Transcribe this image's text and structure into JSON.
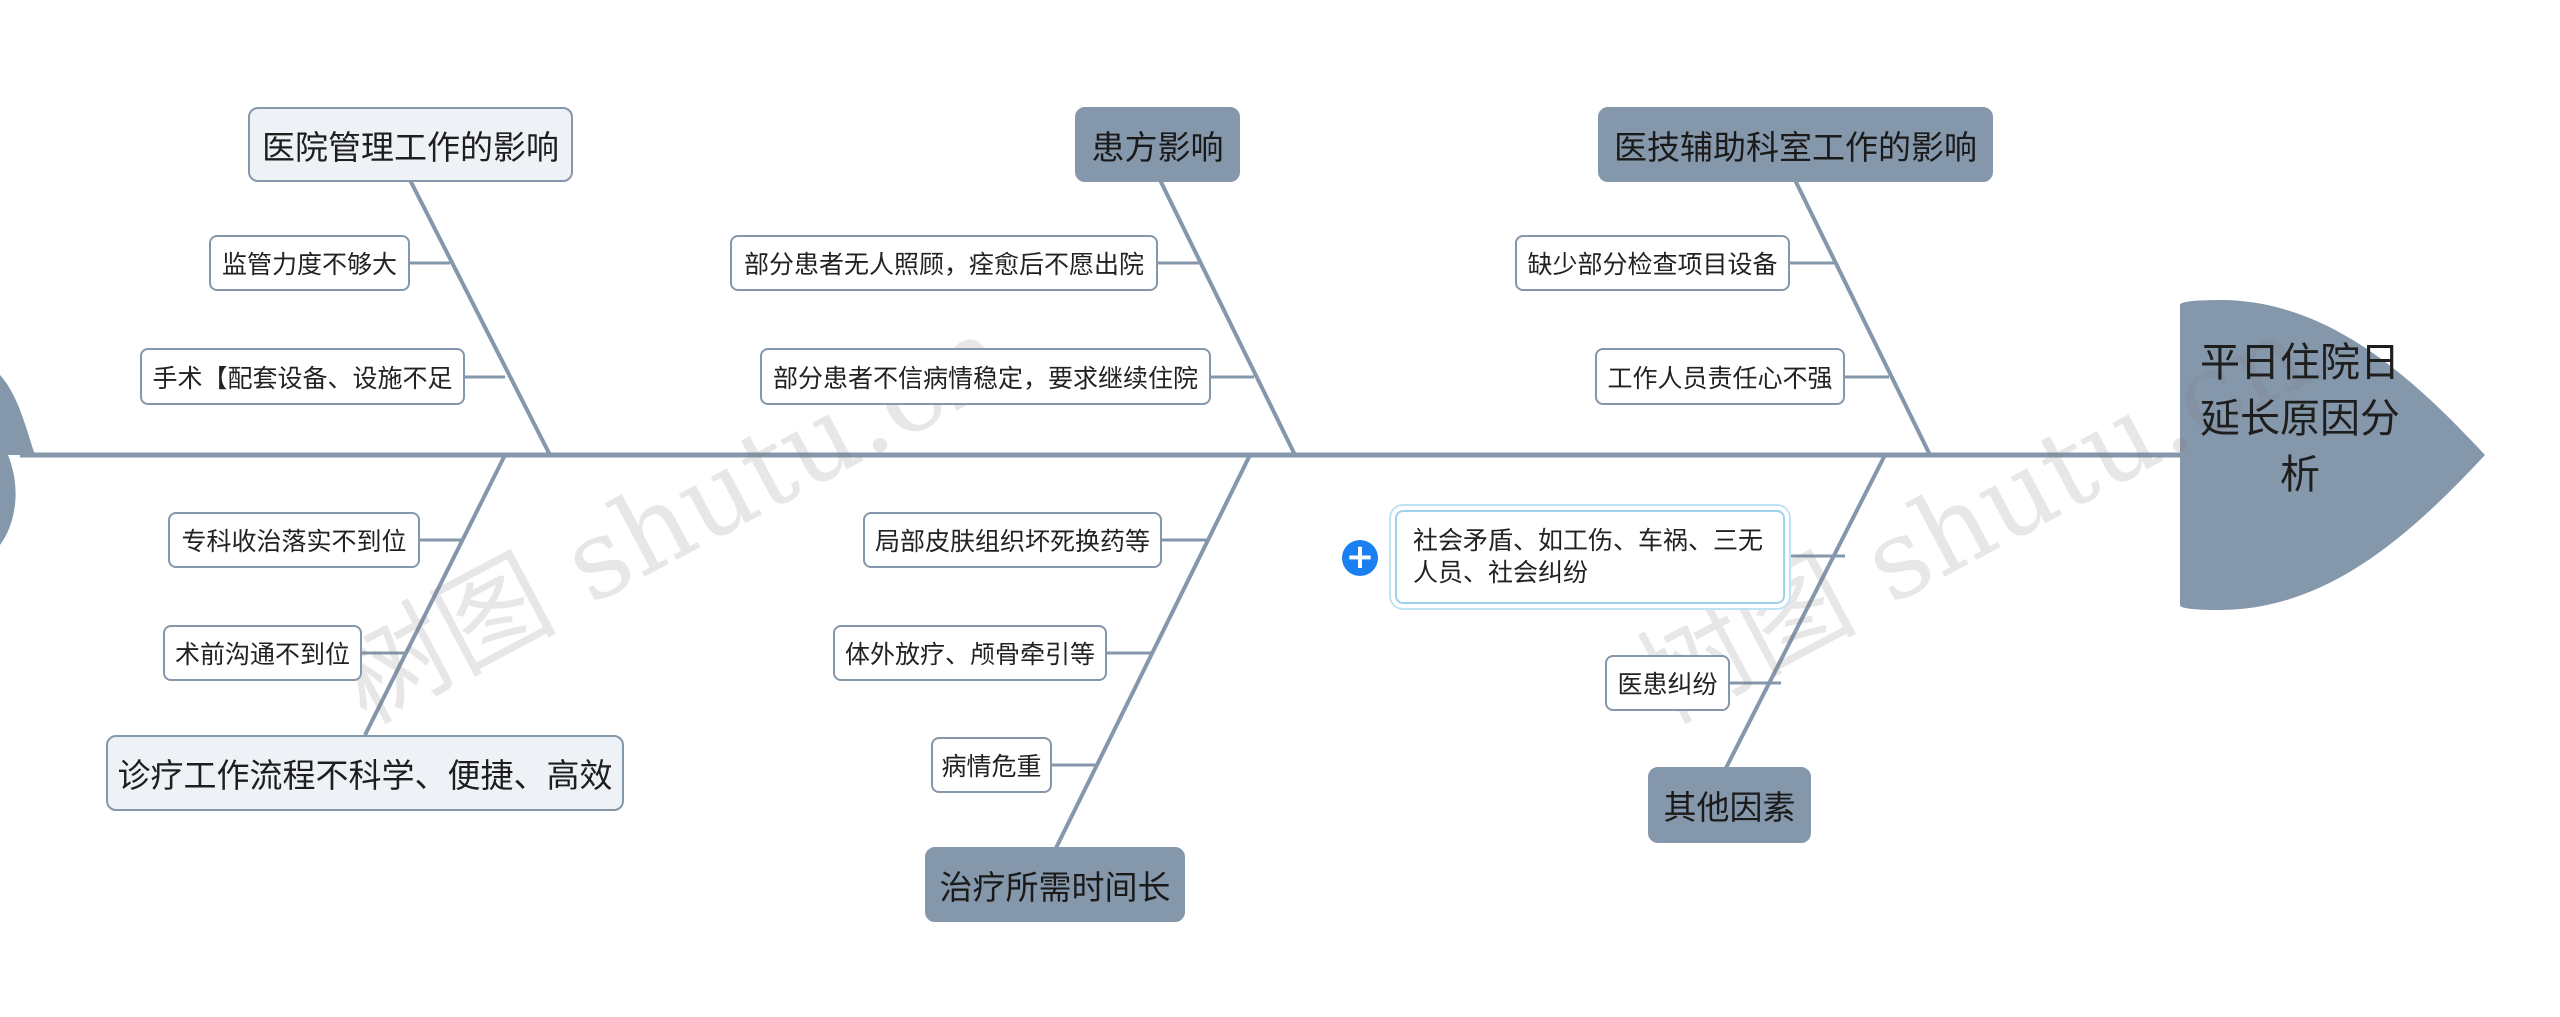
{
  "diagram": {
    "head": "平日住院日延长原因分析",
    "categories": {
      "hospital_mgmt": "医院管理工作的影响",
      "patient": "患方影响",
      "medtech": "医技辅助科室工作的影响",
      "process": "诊疗工作流程不科学、便捷、高效",
      "treatment_time": "治疗所需时间长",
      "other": "其他因素"
    },
    "causes": {
      "hospital_mgmt": [
        "监管力度不够大",
        "手术【配套设备、设施不足"
      ],
      "patient": [
        "部分患者无人照顾，痊愈后不愿出院",
        "部分患者不信病情稳定，要求继续住院"
      ],
      "medtech": [
        "缺少部分检查项目设备",
        "工作人员责任心不强"
      ],
      "process": [
        "专科收治落实不到位",
        "术前沟通不到位"
      ],
      "treatment_time": [
        "局部皮肤组织坏死换药等",
        "体外放疗、颅骨牵引等",
        "病情危重"
      ],
      "other": [
        "社会矛盾、如工伤、车祸、三无人员、社会纠纷",
        "医患纠纷"
      ]
    },
    "expand_icon": "+",
    "watermark": "树图 shutu.cn",
    "colors": {
      "line": "#8597ab",
      "dark_fill": "#8597ab",
      "light_fill": "#eef1f5",
      "selection": "#1a7ff0"
    }
  }
}
